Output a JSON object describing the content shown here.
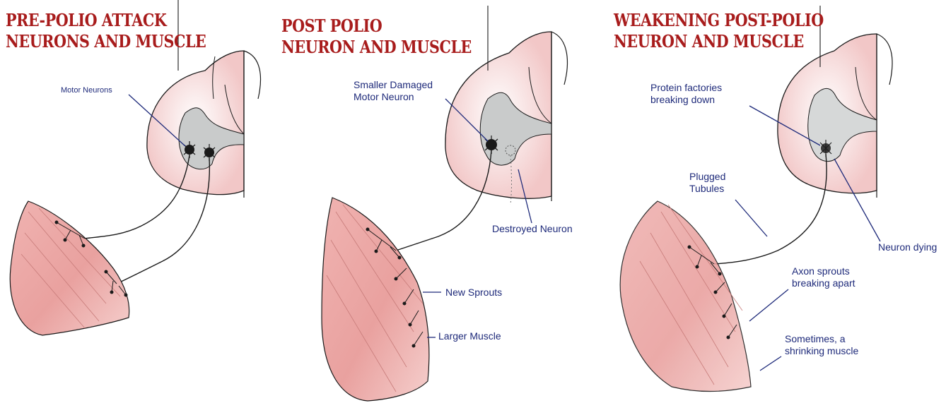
{
  "panels": [
    {
      "title_lines": [
        "PRE-POLIO ATTACK",
        "NEURONS AND MUSCLE"
      ],
      "labels": {
        "motor_neurons": "Motor Neurons"
      }
    },
    {
      "title_lines": [
        "POST POLIO",
        "NEURON AND MUSCLE"
      ],
      "labels": {
        "smaller_damaged": [
          "Smaller Damaged",
          "Motor Neuron"
        ],
        "destroyed_neuron": "Destroyed Neuron",
        "new_sprouts": "New Sprouts",
        "larger_muscle": "Larger Muscle"
      }
    },
    {
      "title_lines": [
        "WEAKENING  POST-POLIO",
        "NEURON AND MUSCLE"
      ],
      "labels": {
        "protein_factories": [
          "Protein factories",
          "breaking down"
        ],
        "plugged_tubules": [
          "Plugged",
          "Tubules"
        ],
        "neuron_dying": "Neuron dying",
        "axon_sprouts": [
          "Axon sprouts",
          "breaking apart"
        ],
        "shrinking_muscle": [
          "Sometimes, a",
          "shrinking muscle"
        ]
      }
    }
  ],
  "colors": {
    "title": "#a81c1c",
    "label": "#1e2a7a",
    "muscle": "#eba7a5",
    "spinal_tint": "#f2c7c7",
    "gray_matter": "#c9cbcb",
    "ink": "#1a1a1a"
  }
}
